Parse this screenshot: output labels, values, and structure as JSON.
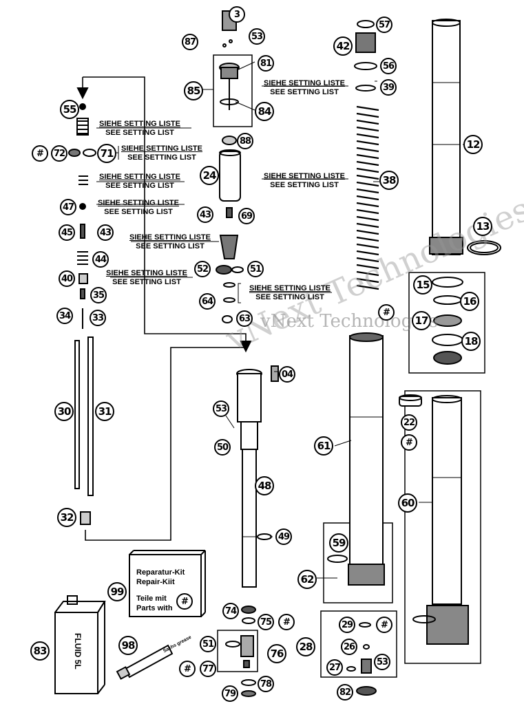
{
  "watermark": {
    "line1": "vNext Technologies",
    "line2": "vNext Technologies"
  },
  "setting_labels": {
    "de": "SIEHE SETTING LISTE",
    "en": "SEE SETTING LIST"
  },
  "kit_box": {
    "line1": "Reparatur-Kit",
    "line2": "Repair-Kiit",
    "line3": "Teile mit",
    "line4": "Parts with",
    "symbol": "#"
  },
  "fluid_can": {
    "line1": "FLUID",
    "line2": "5L"
  },
  "grease_tube": {
    "text": "Sachs grease"
  },
  "parts": [
    {
      "id": "p3",
      "n": "3"
    },
    {
      "id": "p87",
      "n": "87"
    },
    {
      "id": "p53a",
      "n": "53"
    },
    {
      "id": "p81",
      "n": "81"
    },
    {
      "id": "p85",
      "n": "85"
    },
    {
      "id": "p84",
      "n": "84"
    },
    {
      "id": "p88",
      "n": "88"
    },
    {
      "id": "p24",
      "n": "24"
    },
    {
      "id": "p43a",
      "n": "43"
    },
    {
      "id": "p69",
      "n": "69"
    },
    {
      "id": "p57",
      "n": "57"
    },
    {
      "id": "p42",
      "n": "42"
    },
    {
      "id": "p56",
      "n": "56"
    },
    {
      "id": "p39",
      "n": "39"
    },
    {
      "id": "p38",
      "n": "38"
    },
    {
      "id": "p12",
      "n": "12"
    },
    {
      "id": "p13",
      "n": "13"
    },
    {
      "id": "p55",
      "n": "55"
    },
    {
      "id": "p72h",
      "n": "#"
    },
    {
      "id": "p72",
      "n": "72"
    },
    {
      "id": "p71",
      "n": "71"
    },
    {
      "id": "p47",
      "n": "47"
    },
    {
      "id": "p45",
      "n": "45"
    },
    {
      "id": "p43b",
      "n": "43"
    },
    {
      "id": "p44",
      "n": "44"
    },
    {
      "id": "p40",
      "n": "40"
    },
    {
      "id": "p35",
      "n": "35"
    },
    {
      "id": "p34",
      "n": "34"
    },
    {
      "id": "p33",
      "n": "33"
    },
    {
      "id": "p30",
      "n": "30"
    },
    {
      "id": "p31",
      "n": "31"
    },
    {
      "id": "p32",
      "n": "32"
    },
    {
      "id": "p52",
      "n": "52"
    },
    {
      "id": "p51a",
      "n": "51"
    },
    {
      "id": "p64",
      "n": "64"
    },
    {
      "id": "p63",
      "n": "63"
    },
    {
      "id": "p15",
      "n": "15"
    },
    {
      "id": "p16",
      "n": "16"
    },
    {
      "id": "p17",
      "n": "17"
    },
    {
      "id": "p18",
      "n": "18"
    },
    {
      "id": "p04",
      "n": "04"
    },
    {
      "id": "p53b",
      "n": "53"
    },
    {
      "id": "p50",
      "n": "50"
    },
    {
      "id": "p48",
      "n": "48"
    },
    {
      "id": "p49",
      "n": "49"
    },
    {
      "id": "p22",
      "n": "22"
    },
    {
      "id": "p22h",
      "n": "#"
    },
    {
      "id": "p61",
      "n": "61"
    },
    {
      "id": "p60",
      "n": "60"
    },
    {
      "id": "p59",
      "n": "59"
    },
    {
      "id": "p62",
      "n": "62"
    },
    {
      "id": "p99",
      "n": "99"
    },
    {
      "id": "p74",
      "n": "74"
    },
    {
      "id": "p75",
      "n": "75"
    },
    {
      "id": "p75h",
      "n": "#"
    },
    {
      "id": "p83",
      "n": "83"
    },
    {
      "id": "p98",
      "n": "98"
    },
    {
      "id": "p51b",
      "n": "51"
    },
    {
      "id": "p76",
      "n": "76"
    },
    {
      "id": "p77h",
      "n": "#"
    },
    {
      "id": "p77",
      "n": "77"
    },
    {
      "id": "p79",
      "n": "79"
    },
    {
      "id": "p78",
      "n": "78"
    },
    {
      "id": "p28",
      "n": "28"
    },
    {
      "id": "p29",
      "n": "29"
    },
    {
      "id": "p29h",
      "n": "#"
    },
    {
      "id": "p26",
      "n": "26"
    },
    {
      "id": "p27",
      "n": "27"
    },
    {
      "id": "p53c",
      "n": "53"
    },
    {
      "id": "p82",
      "n": "82"
    },
    {
      "id": "p16h",
      "n": "#"
    }
  ]
}
